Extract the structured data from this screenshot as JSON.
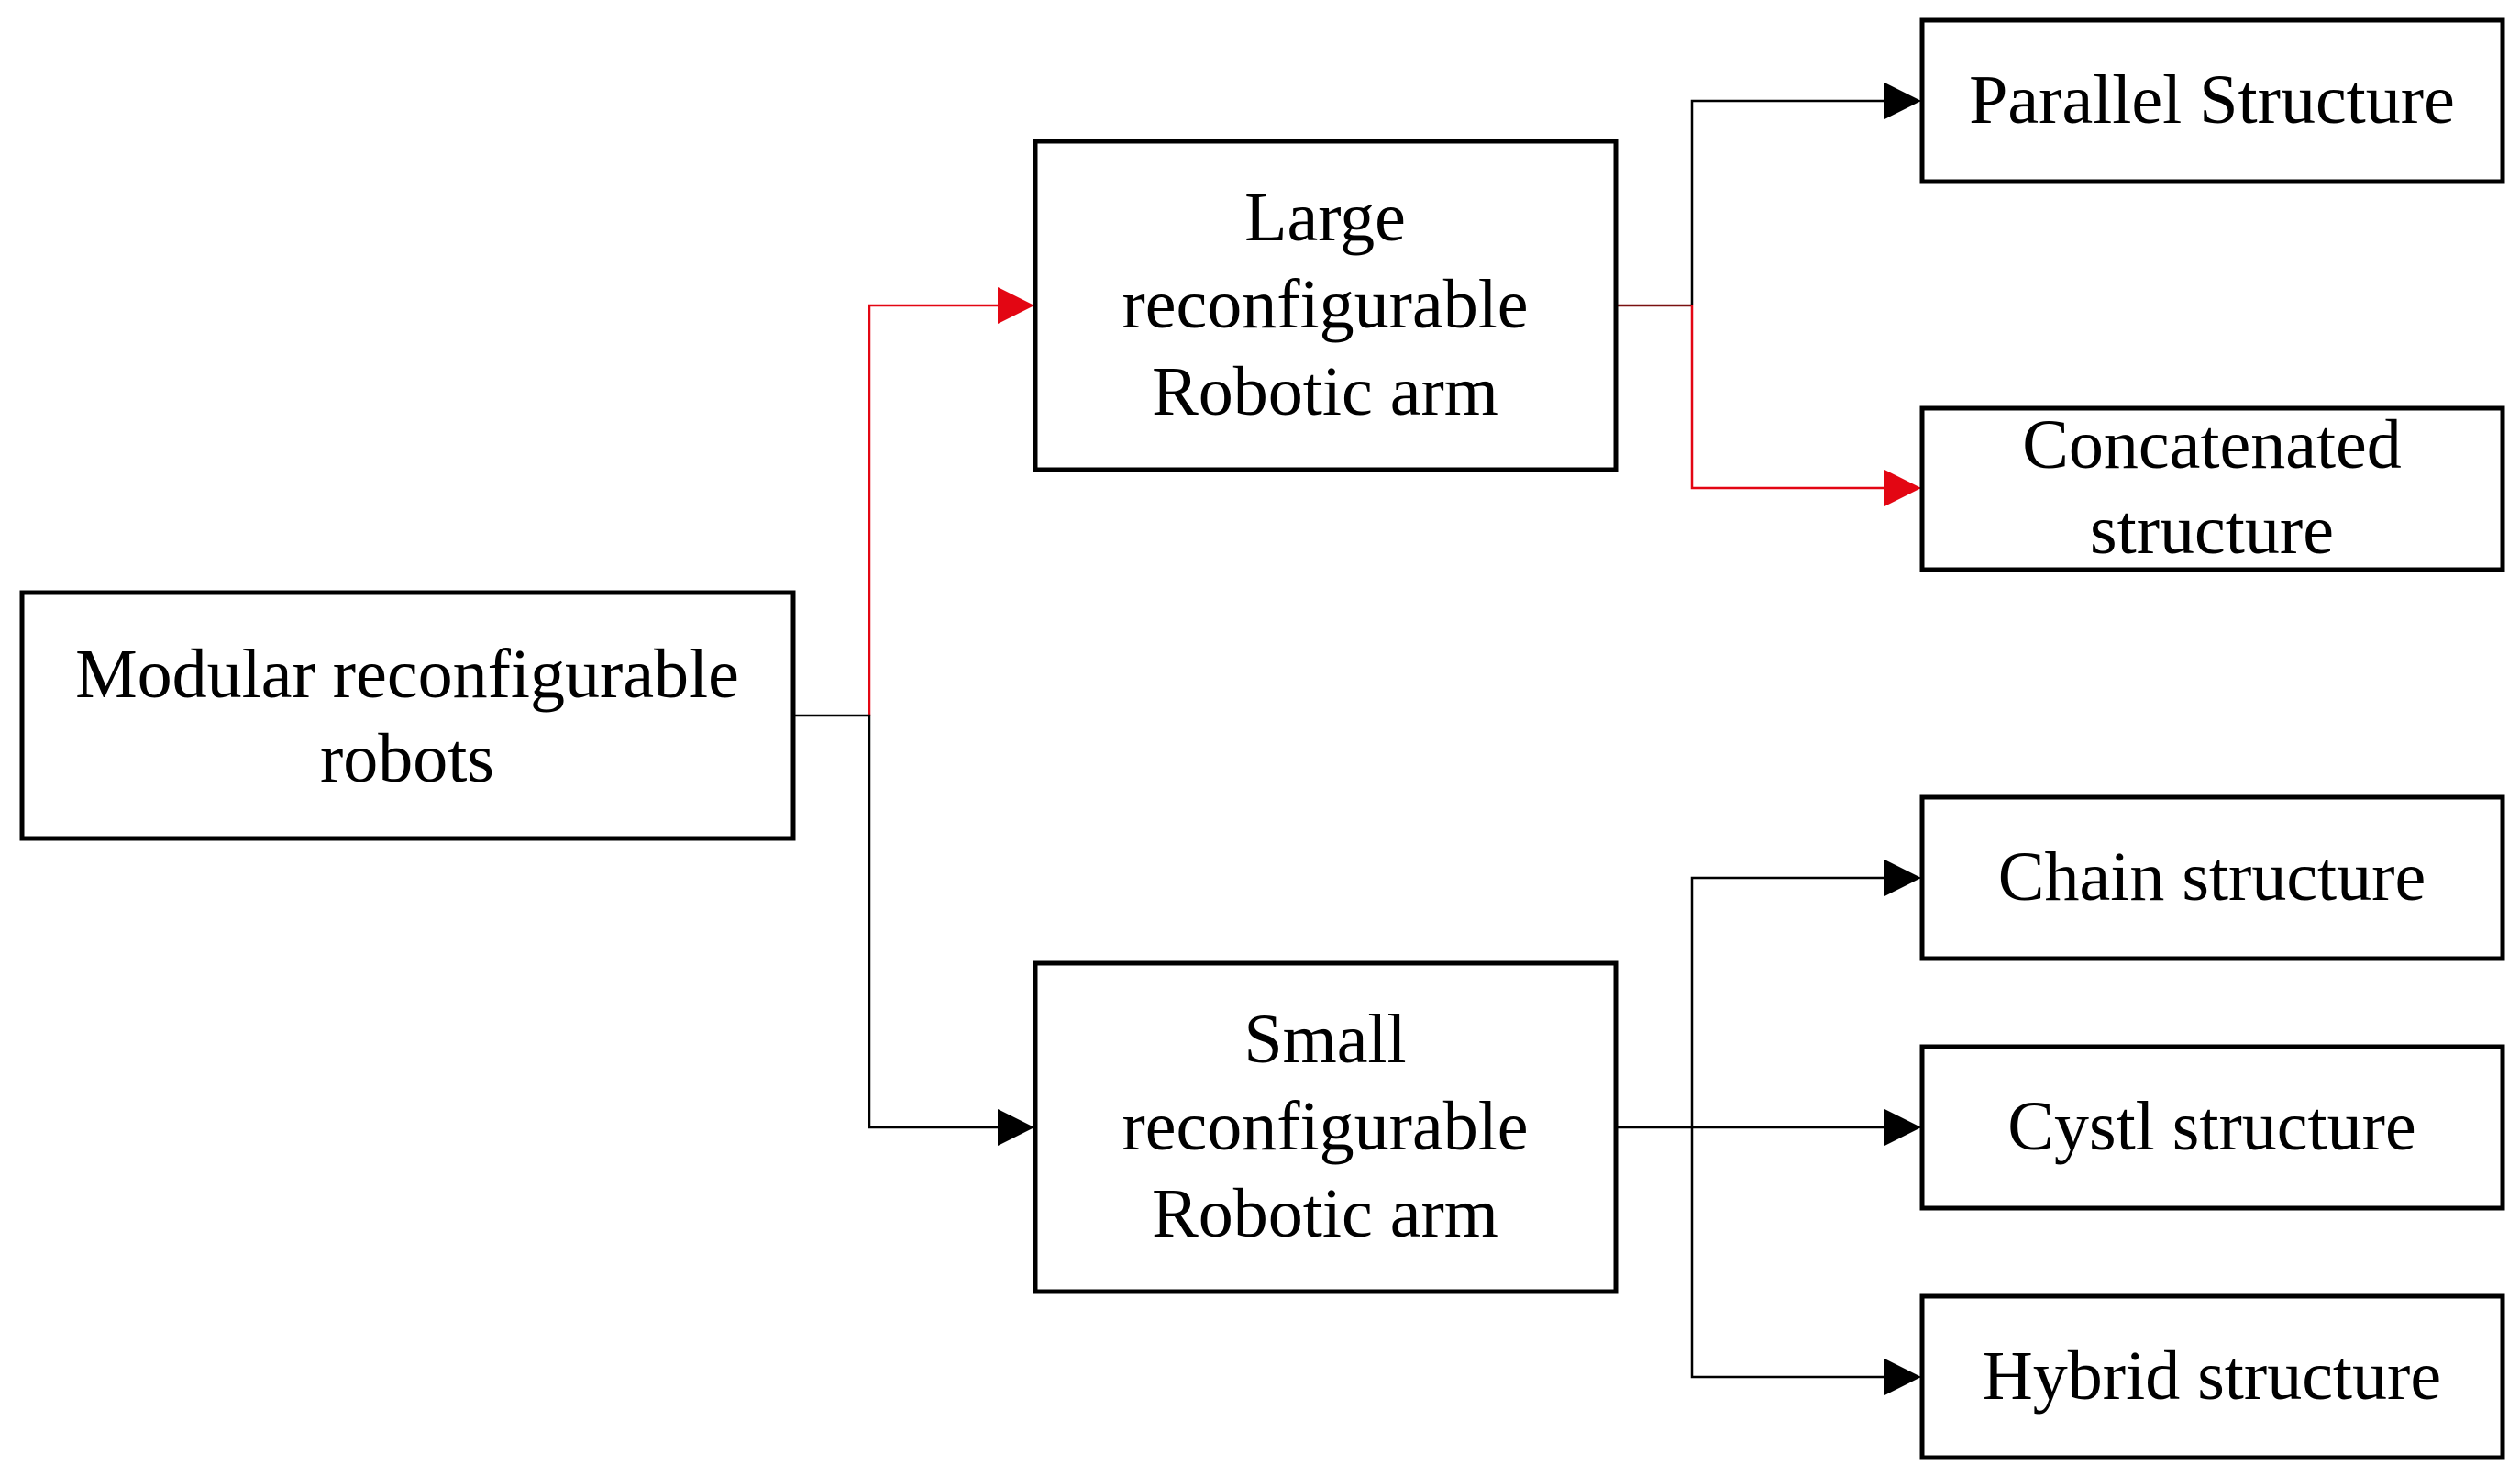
{
  "colors": {
    "box_border": "#000000",
    "connector_default": "#000000",
    "connector_highlight": "#e30613",
    "connector_trunk_dark": "#7a1010"
  },
  "nodes": {
    "root": {
      "lines": [
        "Modular reconfigurable",
        "robots"
      ]
    },
    "large_arm": {
      "lines": [
        "Large",
        "reconfigurable",
        "Robotic arm"
      ]
    },
    "small_arm": {
      "lines": [
        "Small",
        "reconfigurable",
        "Robotic arm"
      ]
    },
    "parallel": {
      "lines": [
        "Parallel Structure"
      ]
    },
    "concatenated": {
      "lines": [
        "Concatenated",
        "structure"
      ]
    },
    "chain": {
      "lines": [
        "Chain structure"
      ]
    },
    "cystl": {
      "lines": [
        "Cystl structure"
      ]
    },
    "hybrid": {
      "lines": [
        "Hybrid structure"
      ]
    }
  },
  "edges": [
    {
      "from": "root",
      "to": "large_arm",
      "color": "highlight"
    },
    {
      "from": "root",
      "to": "small_arm",
      "color": "default"
    },
    {
      "from": "large_arm",
      "to": "parallel",
      "color": "default"
    },
    {
      "from": "large_arm",
      "to": "concatenated",
      "color": "highlight"
    },
    {
      "from": "small_arm",
      "to": "chain",
      "color": "default"
    },
    {
      "from": "small_arm",
      "to": "cystl",
      "color": "default"
    },
    {
      "from": "small_arm",
      "to": "hybrid",
      "color": "default"
    }
  ]
}
